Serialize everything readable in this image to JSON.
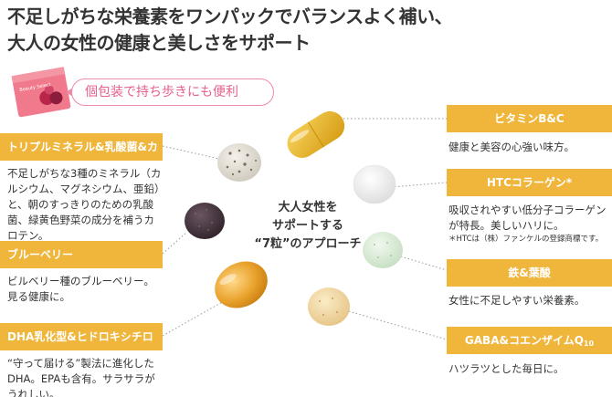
{
  "headline": {
    "line1": "不足しがちな栄養素をワンパックでバランスよく補い、",
    "line2": "大人の女性の健康と美しさをサポート"
  },
  "pack": {
    "label": "Beauty Select"
  },
  "bubble": {
    "text": "個包装で持ち歩きにも便利"
  },
  "center": {
    "line1": "大人女性を",
    "line2": "サポートする",
    "line3": "“7粒”のアプローチ"
  },
  "left_items": [
    {
      "title": "トリプルミネラル&乳酸菌&カロテン",
      "desc": "不足しがちな3種のミネラル（カルシウム、マグネシウム、亜鉛）と、朝のすっきりのための乳酸菌、緑黄色野菜の成分を補うカロテン。"
    },
    {
      "title": "ブルーベリー",
      "desc": "ビルベリー種のブルーベリー。見る健康に。"
    },
    {
      "title": "DHA乳化型&ヒドロキシチロソール",
      "desc": "“守って届ける”製法に進化したDHA。EPAも含有。サラサラがうれしい。"
    }
  ],
  "right_items": [
    {
      "title": "ビタミンB&C",
      "desc": "健康と美容の心強い味方。"
    },
    {
      "title": "HTCコラーゲン*",
      "desc": "吸収されやすい低分子コラーゲンが特長。美しいハリに。",
      "note": "＊HTCは（株）ファンケルの登録商標です。"
    },
    {
      "title": "鉄&葉酸",
      "desc": "女性に不足しやすい栄養素。"
    },
    {
      "title": "GABA&コエンザイムQ",
      "title_sub": "10",
      "desc": "ハツラツとした毎日に。"
    }
  ],
  "colors": {
    "bar": "#f0b53b",
    "accent_pink": "#e6608a",
    "capsule_yellow": "#e9b52a",
    "softgel_orange": "#e8a52a",
    "blueberry": "#4a3a45",
    "green_tablet": "#d8ebd6",
    "beige_tablet": "#f0d9a8"
  }
}
